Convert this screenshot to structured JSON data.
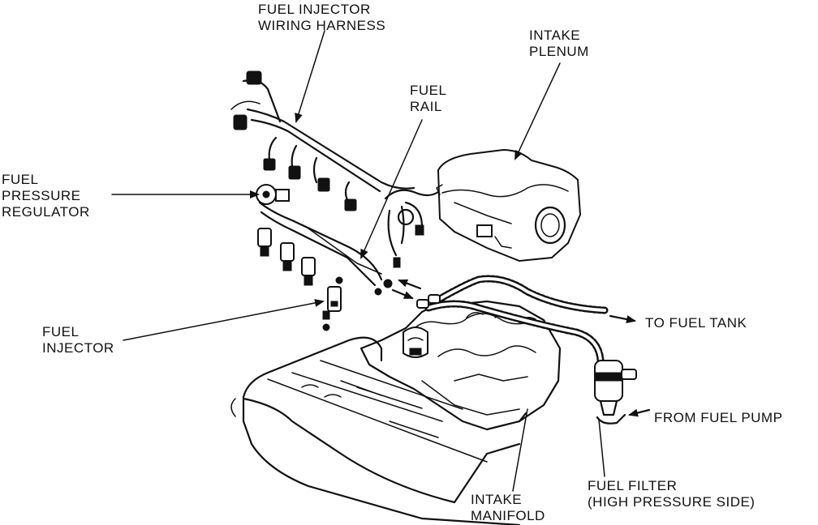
{
  "labels": {
    "fuel_injector_wiring_harness": [
      "FUEL INJECTOR",
      "WIRING HARNESS"
    ],
    "intake_plenum": [
      "INTAKE",
      "PLENUM"
    ],
    "fuel_rail": [
      "FUEL",
      "RAIL"
    ],
    "fuel_pressure_regulator": [
      "FUEL",
      "PRESSURE",
      "REGULATOR"
    ],
    "to_fuel_tank": "TO FUEL TANK",
    "fuel_injector": [
      "FUEL",
      "INJECTOR"
    ],
    "from_fuel_pump": "FROM FUEL PUMP",
    "fuel_filter": [
      "FUEL FILTER",
      "(HIGH PRESSURE SIDE)"
    ],
    "intake_manifold": [
      "INTAKE",
      "MANIFOLD"
    ]
  }
}
